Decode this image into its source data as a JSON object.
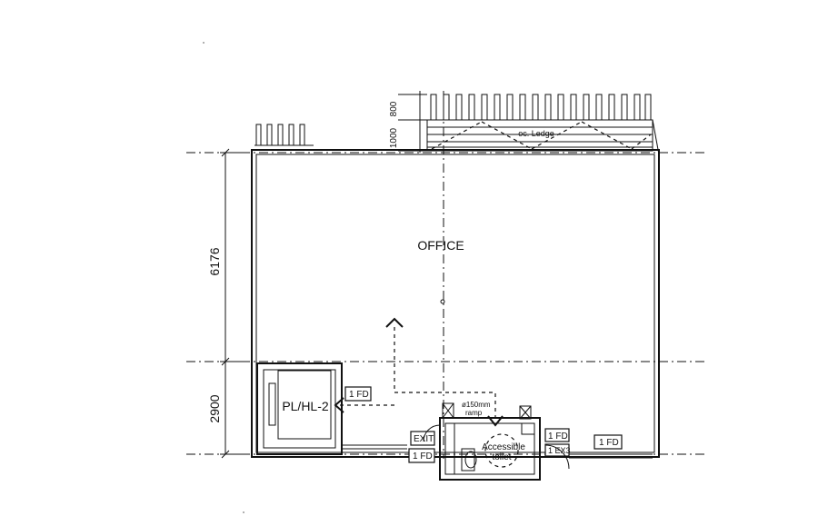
{
  "rooms": {
    "office": "OFFICE",
    "lift": "PL/HL-2",
    "toilet_line1": "Accessible",
    "toilet_line2": "toilet"
  },
  "dimensions": {
    "bay_upper": "6176",
    "bay_lower": "2900",
    "rail_height_a": "800",
    "rail_height_b": "1000"
  },
  "tags": {
    "fire_door_lift": "1 FD",
    "fire_door_exit": "1 FD",
    "fire_door_toilet": "1 FD",
    "fire_door_right": "1 FD",
    "exit_sign": "EXIT",
    "toilet_door_tag": "1 EX3"
  },
  "notes": {
    "ramp_note_line1": "ø150mm",
    "ramp_note_line2": "ramp",
    "deck_note": "oc. Ledge"
  }
}
